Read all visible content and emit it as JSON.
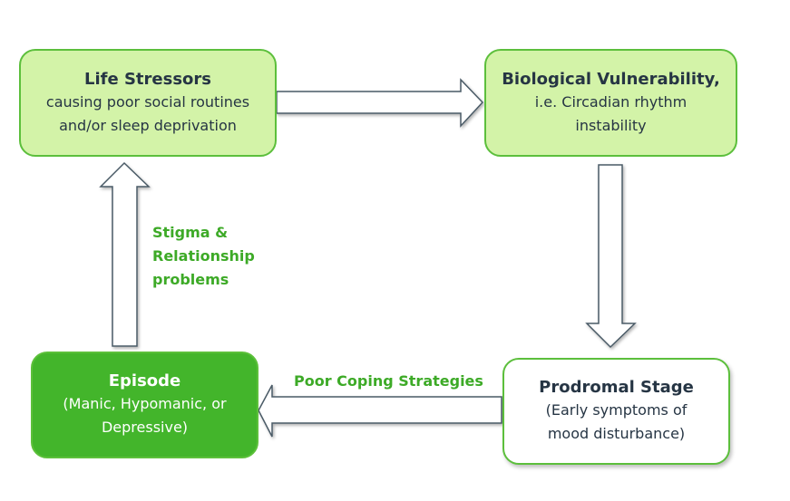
{
  "diagram": {
    "type": "cycle-flow",
    "colors": {
      "light_fill": "#d3f3a8",
      "dark_fill": "#43b52b",
      "border": "#5cbf3c",
      "arrow_stroke": "#4a5a66",
      "label_green": "#3daa27",
      "text": "#263544"
    },
    "nodes": [
      {
        "id": "life-stressors",
        "title": "Life Stressors",
        "lines": [
          "causing poor social routines",
          "and/or sleep deprivation"
        ]
      },
      {
        "id": "biological-vulnerability",
        "title": "Biological Vulnerability,",
        "lines": [
          "i.e. Circadian rhythm",
          "instability"
        ]
      },
      {
        "id": "prodromal-stage",
        "title": "Prodromal Stage",
        "lines": [
          "(Early symptoms of",
          "mood disturbance)"
        ]
      },
      {
        "id": "episode",
        "title": "Episode",
        "lines": [
          "(Manic, Hypomanic, or",
          "Depressive)"
        ]
      }
    ],
    "edges": [
      {
        "from": "life-stressors",
        "to": "biological-vulnerability",
        "label": ""
      },
      {
        "from": "biological-vulnerability",
        "to": "prodromal-stage",
        "label": ""
      },
      {
        "from": "prodromal-stage",
        "to": "episode",
        "label": "Poor Coping Strategies"
      },
      {
        "from": "episode",
        "to": "life-stressors",
        "label_lines": [
          "Stigma &",
          "Relationship",
          "problems"
        ]
      }
    ]
  }
}
